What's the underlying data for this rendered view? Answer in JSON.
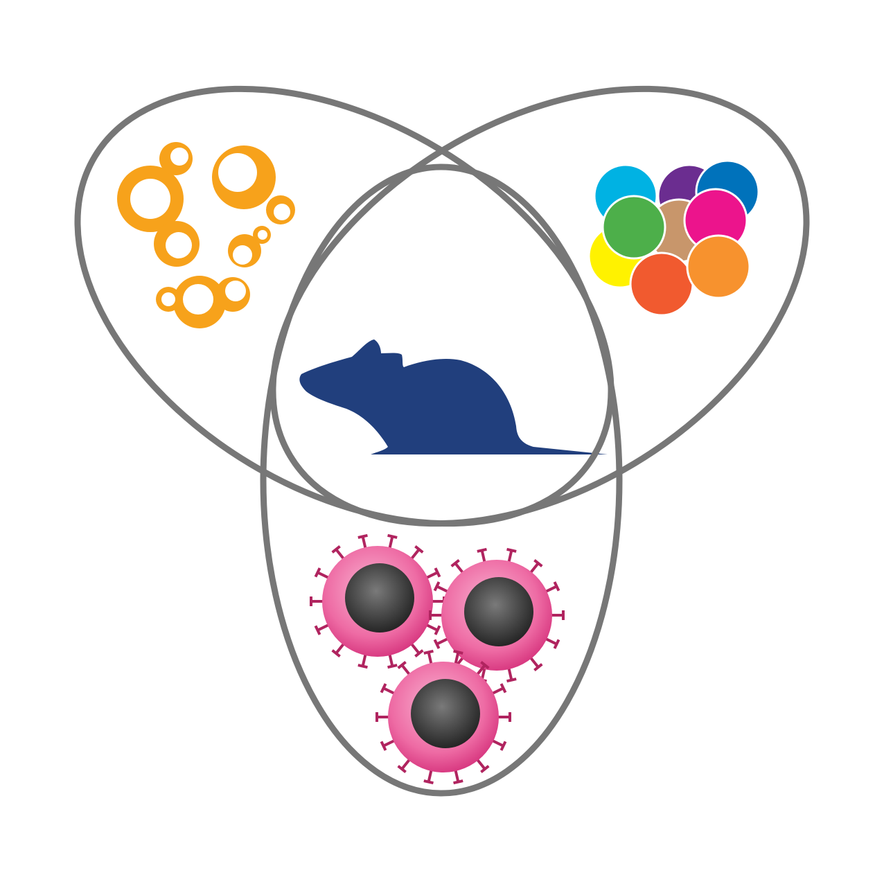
{
  "diagram": {
    "type": "three-set-venn",
    "sets": [
      {
        "name": "upper-left-set",
        "icon": "orange-bubbles-icon",
        "color": "#f7a21b"
      },
      {
        "name": "upper-right-set",
        "icon": "multicolor-beads-icon",
        "colors": [
          "#00b2e3",
          "#6b2d90",
          "#0072bb",
          "#4daf4a",
          "#c8966b",
          "#ec148c",
          "#fff200",
          "#f15a2f",
          "#f7922e"
        ]
      },
      {
        "name": "bottom-set",
        "icon": "pink-immune-cells-icon",
        "color": "#e8468c"
      }
    ],
    "center_icon": {
      "name": "mouse-silhouette-icon",
      "color": "#213f7d"
    },
    "outline_color": "#777777"
  }
}
